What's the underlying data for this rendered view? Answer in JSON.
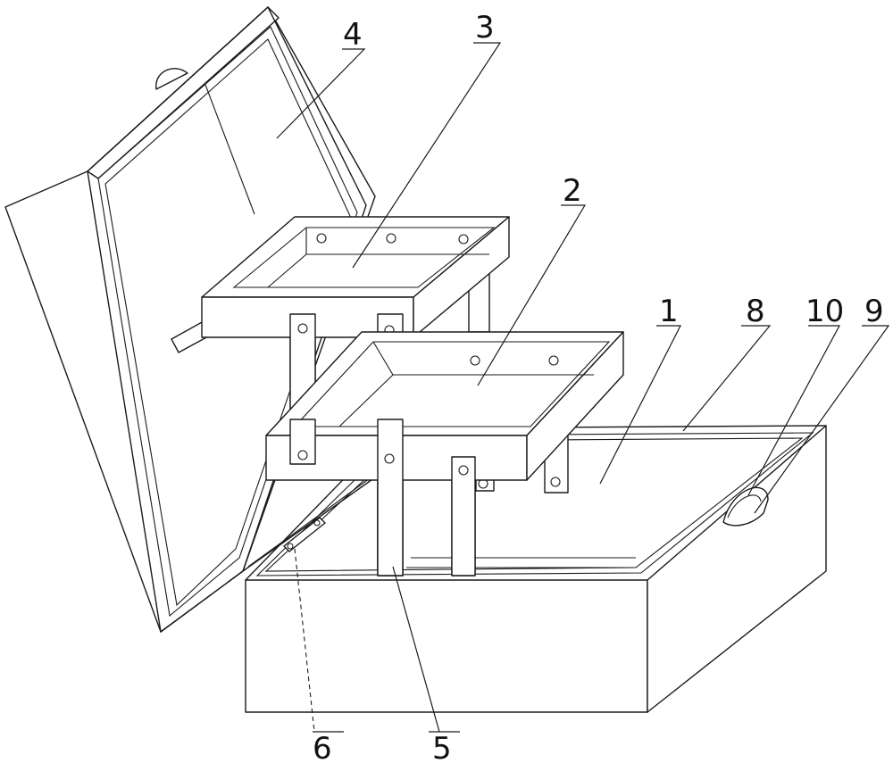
{
  "labels": {
    "l1": "1",
    "l2": "2",
    "l3": "3",
    "l4": "4",
    "l5": "5",
    "l6": "6",
    "l8": "8",
    "l9": "9",
    "l10": "10"
  },
  "colors": {
    "line": "#1a1a1a",
    "background": "#ffffff"
  }
}
